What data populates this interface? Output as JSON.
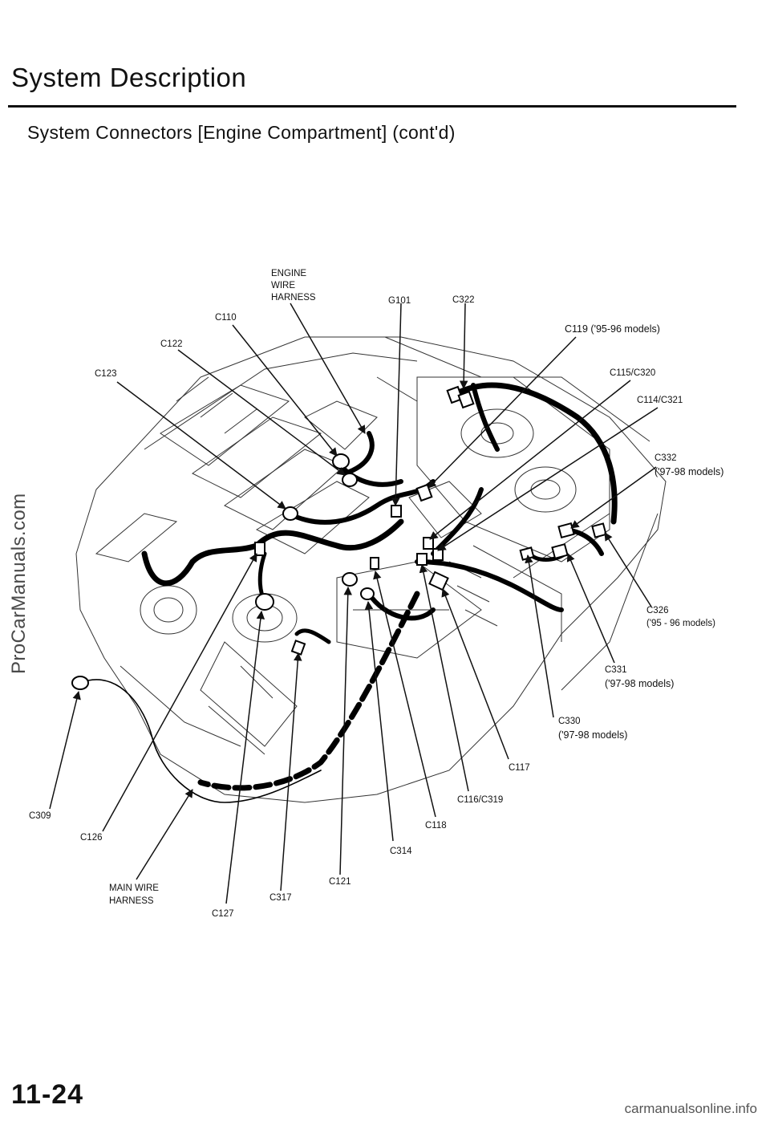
{
  "header": {
    "title": "System Description",
    "subtitle": "System Connectors [Engine Compartment] (cont'd)"
  },
  "diagram": {
    "labels": {
      "engine_wire_harness_l1": "ENGINE",
      "engine_wire_harness_l2": "WIRE",
      "engine_wire_harness_l3": "HARNESS",
      "g101": "G101",
      "c322": "C322",
      "c110": "C110",
      "c122": "C122",
      "c123": "C123",
      "c119": "C119 ('95-96 models)",
      "c115_c320": "C115/C320",
      "c114_c321": "C114/C321",
      "c332_l1": "C332",
      "c332_l2": "('97-98 models)",
      "c326_l1": "C326",
      "c326_l2": "('95 - 96 models)",
      "c331_l1": "C331",
      "c331_l2": "('97-98 models)",
      "c330_l1": "C330",
      "c330_l2": "('97-98 models)",
      "c117": "C117",
      "c116_c319": "C116/C319",
      "c118": "C118",
      "c314": "C314",
      "c121": "C121",
      "c317": "C317",
      "c127": "C127",
      "main_wire_harness_l1": "MAIN WIRE",
      "main_wire_harness_l2": "HARNESS",
      "c126": "C126",
      "c309": "C309"
    }
  },
  "watermark": "ProCarManuals.com",
  "footer": {
    "page_number": "11-24",
    "source": "carmanualsonline.info"
  }
}
